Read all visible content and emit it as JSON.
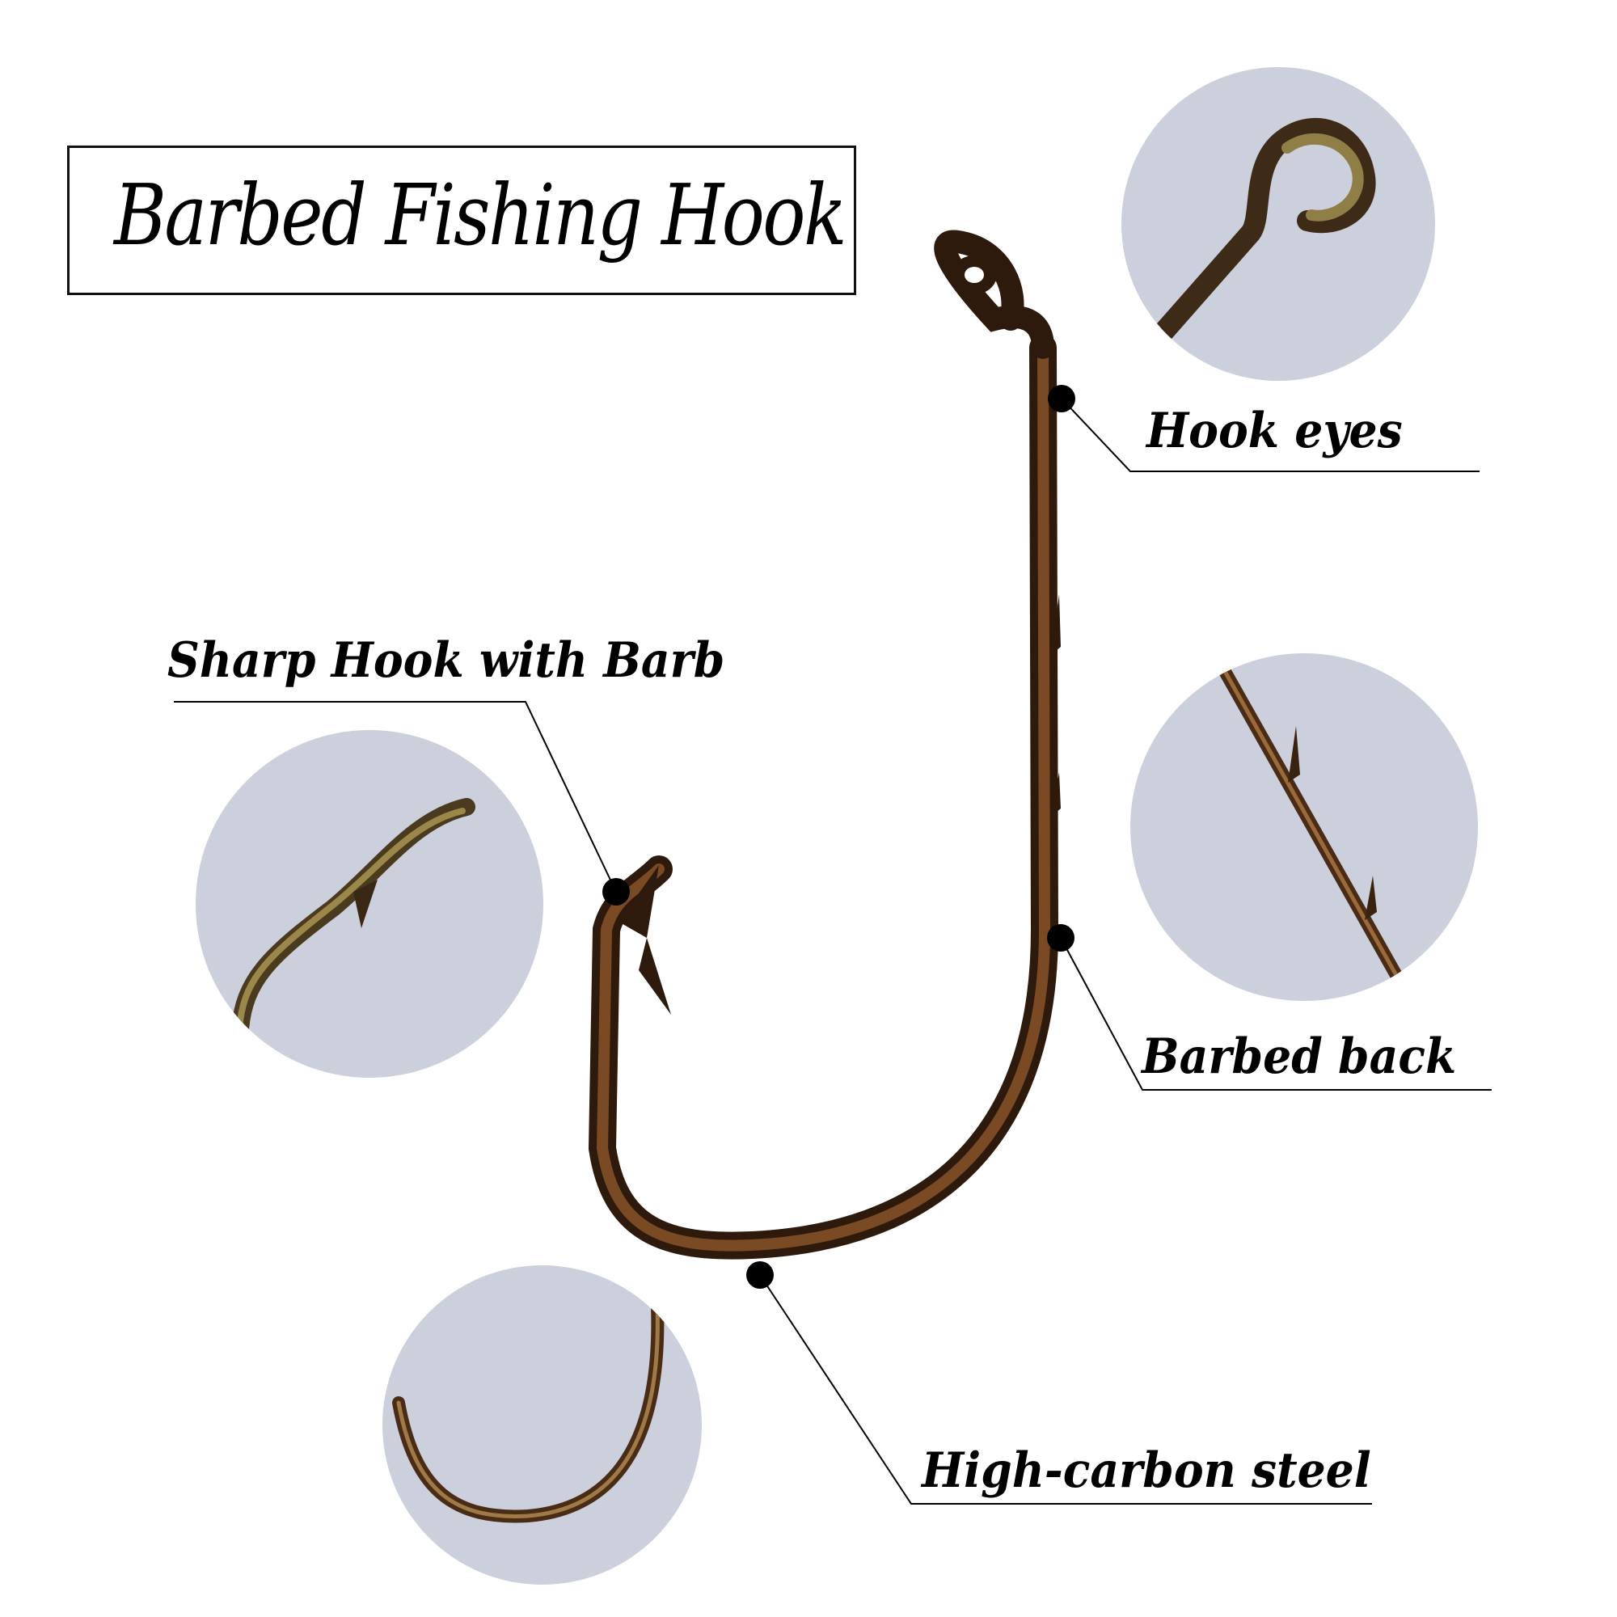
{
  "title": "Barbed Fishing Hook",
  "colors": {
    "circle_bg": "#cccfdc",
    "hook_bronze": "#5a3a1e",
    "hook_gold": "#8a7340",
    "line": "#000000"
  },
  "callouts": [
    {
      "label": "Hook eyes",
      "icon": "hook-eye-closeup"
    },
    {
      "label": "Sharp Hook with Barb",
      "icon": "hook-point-barb-closeup"
    },
    {
      "label": "Barbed back",
      "icon": "barbed-shank-closeup"
    },
    {
      "label": "High-carbon steel",
      "icon": "hook-bend-closeup"
    }
  ]
}
